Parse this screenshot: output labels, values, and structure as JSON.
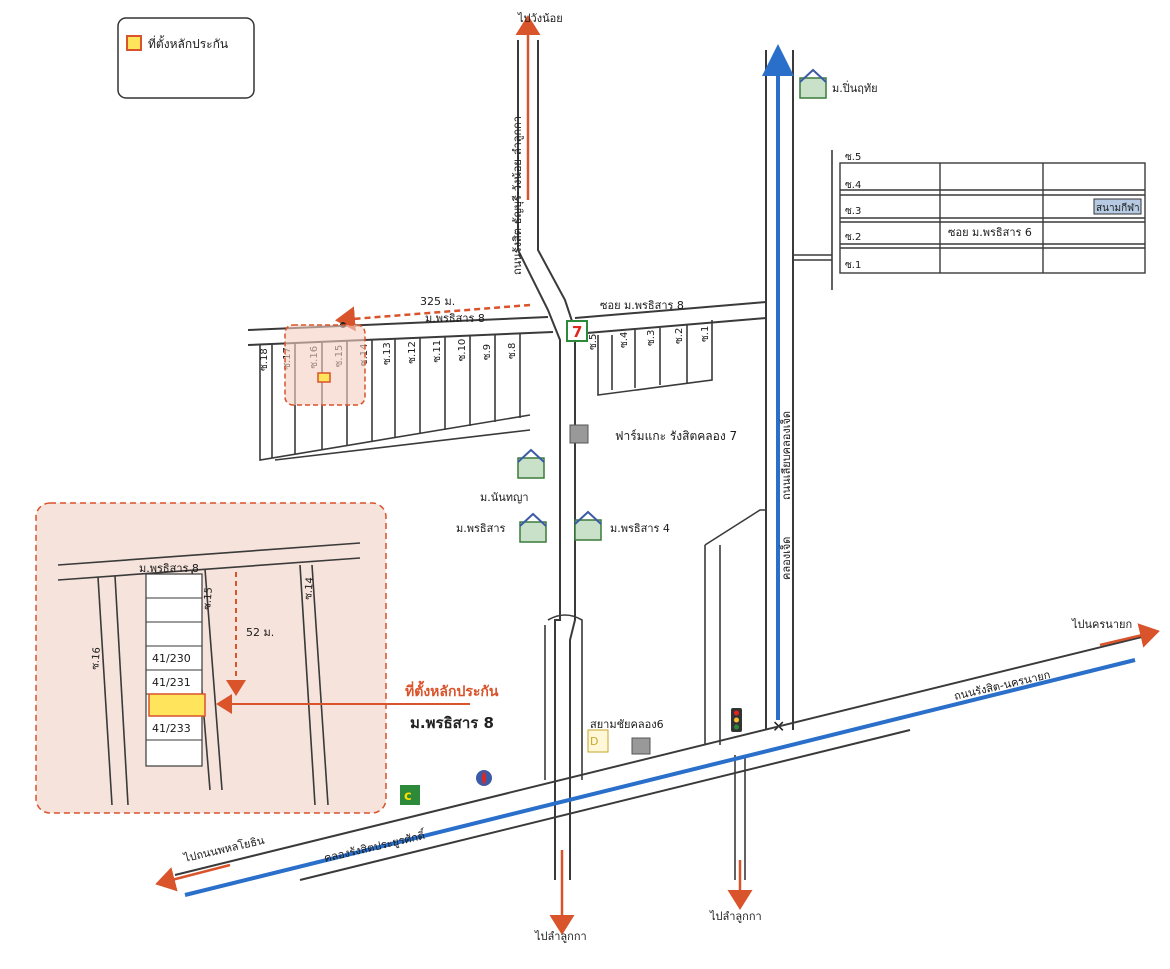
{
  "legend": {
    "label": "ที่ตั้งหลักประกัน"
  },
  "road_labels": {
    "to_wang_noi": "ไปวังน้อย",
    "main_road": "ถนนรังสิต-ธัญบุรี-วังน้อย-ลำลูกกา",
    "to_lam_luk_ka_1": "ไปลำลูกกา",
    "to_lam_luk_ka_2": "ไปลำลูกกา",
    "to_nakhon_nayok": "ไปนครนายก",
    "rangsit_nakhon_nayok": "ถนนรังสิต-นครนายก",
    "to_phahon": "ไปถนนพหลโยธิน",
    "canal_rangsit": "คลองรังสิตประยูรศักดิ์",
    "canal_road": "ถนนเลียบคลองเจ็ด",
    "canal_7": "คลองเจ็ด",
    "soi_porasiri6": "ซอย ม.พรธิสาร 6",
    "soi_porasiri8": "ซอย ม.พรธิสาร 8",
    "porasiri8_road": "ม.พรธิสาร 8",
    "distance_325": "325 ม.",
    "distance_52": "52 ม."
  },
  "places": {
    "m_pinruethai": "ม.ปิ่นฤทัย",
    "farm": "ฟาร์มแกะ รังสิตคลอง 7",
    "m_nanthaya": "ม.นันทญา",
    "m_porasiri": "ม.พรธิสาร",
    "m_porasiri4": "ม.พรธิสาร 4",
    "siam_chai": "สยามชัยคลอง6",
    "stadium": "สนามกีฬา"
  },
  "soi_east": [
    "ซ.5",
    "ซ.4",
    "ซ.3",
    "ซ.2",
    "ซ.1"
  ],
  "soi_top_right": [
    "ซ.5",
    "ซ.4",
    "ซ.3",
    "ซ.2",
    "ซ.1"
  ],
  "soi_west": [
    "ซ.18",
    "ซ.17",
    "ซ.16",
    "ซ.15",
    "ซ.14",
    "ซ.13",
    "ซ.12",
    "ซ.11",
    "ซ.10",
    "ซ.9",
    "ซ.8"
  ],
  "inset": {
    "road": "ม.พรธิสาร 8",
    "soi_16": "ซ.16",
    "soi_15": "ซ.15",
    "soi_14": "ซ.14",
    "lot1": "41/230",
    "lot2": "41/231",
    "lot3": "41/233",
    "distance": "52 ม."
  },
  "callout": {
    "title": "ที่ตั้งหลักประกัน",
    "subtitle": "ม.พรธิสาร 8"
  },
  "colors": {
    "water": "#2a6fc9",
    "arrow": "#d9532b",
    "highlight": "#ffe45c",
    "inset_bg": "#f6e3dc"
  }
}
